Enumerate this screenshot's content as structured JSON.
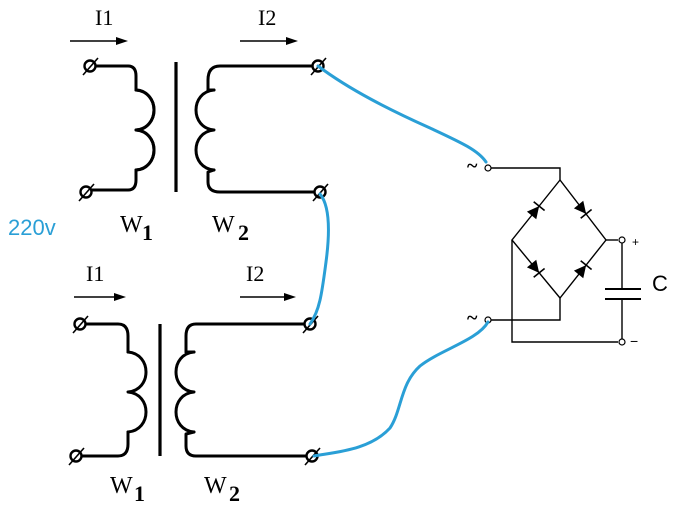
{
  "labels": {
    "supply_voltage": "220v",
    "capacitor": "C",
    "top_primary_current": "I1",
    "top_secondary_current": "I2",
    "bottom_primary_current": "I1",
    "bottom_secondary_current": "I2",
    "winding_letter": "W",
    "top_primary_sub": "1",
    "top_secondary_sub": "2",
    "bottom_primary_sub": "1",
    "bottom_secondary_sub": "2",
    "ac_top": "~",
    "ac_bottom": "~",
    "dc_plus": "+",
    "dc_minus": "−"
  },
  "colors": {
    "jumper_wire": "#2a9fd6",
    "supply_label": "#2a9fd6",
    "line": "#000000"
  }
}
